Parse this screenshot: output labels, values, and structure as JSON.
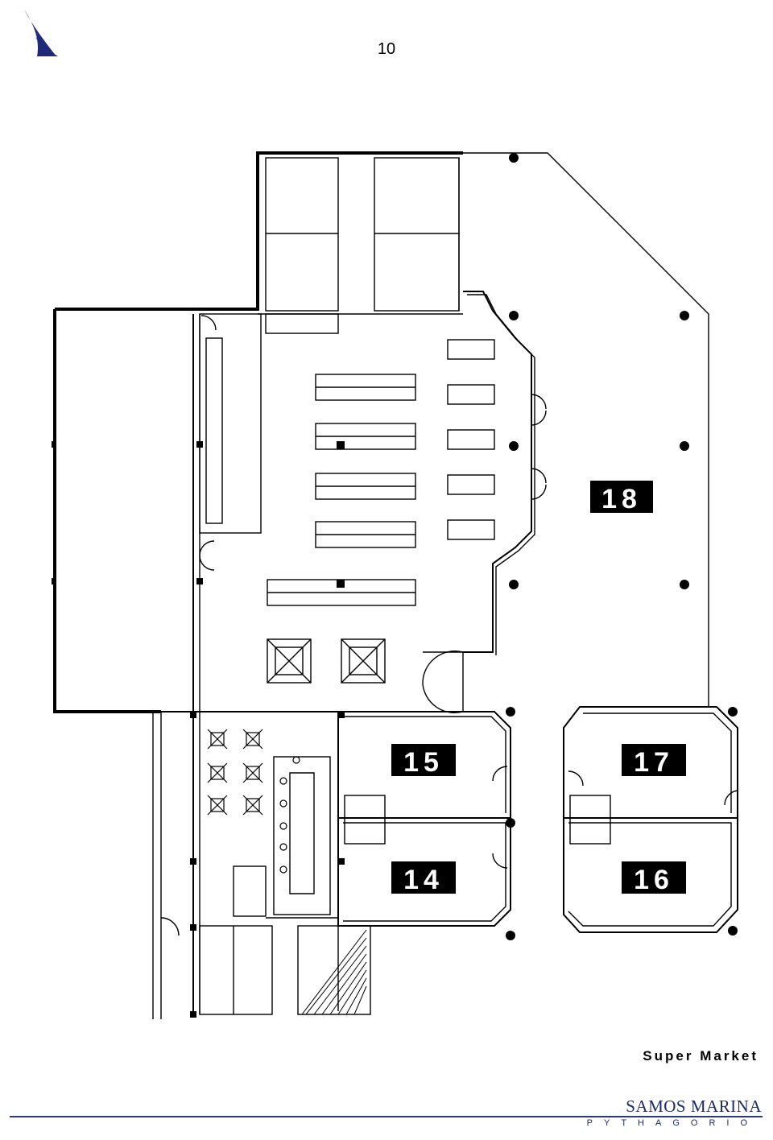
{
  "page": {
    "number": "10"
  },
  "units": [
    {
      "id": "unit-18",
      "label": "18"
    },
    {
      "id": "unit-15",
      "label": "15"
    },
    {
      "id": "unit-17",
      "label": "17"
    },
    {
      "id": "unit-14",
      "label": "14"
    },
    {
      "id": "unit-16",
      "label": "16"
    }
  ],
  "footer": {
    "caption": "Super Market",
    "brand": "SAMOS MARINA",
    "brand_sub": "PYTHAGORIO"
  },
  "colors": {
    "brand": "#1c2a6b",
    "rule": "#2a3a7c",
    "logo": "#1f2a7a"
  }
}
